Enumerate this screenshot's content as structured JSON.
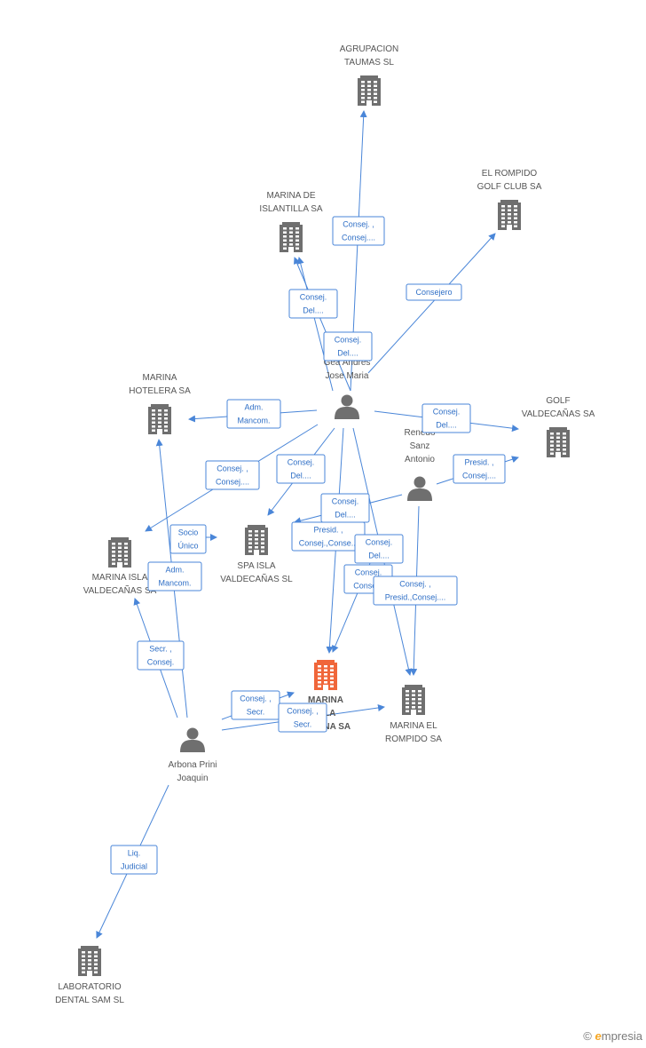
{
  "colors": {
    "company": "#6f6f6f",
    "focus": "#f0663a",
    "person": "#6f6f6f",
    "edge": "#4a86d8",
    "edge_text": "#2f6fc6"
  },
  "nodes": [
    {
      "id": "agrupacion",
      "type": "company",
      "label": [
        "AGRUPACION",
        "TAUMAS SL"
      ]
    },
    {
      "id": "rompido_golf",
      "type": "company",
      "label": [
        "EL ROMPIDO",
        "GOLF CLUB SA"
      ]
    },
    {
      "id": "islantilla",
      "type": "company",
      "label": [
        "MARINA DE",
        "ISLANTILLA SA"
      ]
    },
    {
      "id": "hotelera",
      "type": "company",
      "label": [
        "MARINA",
        "HOTELERA SA"
      ]
    },
    {
      "id": "golf_valde",
      "type": "company",
      "label": [
        "GOLF",
        "VALDECAÑAS SA"
      ]
    },
    {
      "id": "spa",
      "type": "company",
      "label": [
        "SPA ISLA",
        "VALDECAÑAS SL"
      ]
    },
    {
      "id": "isla_valde",
      "type": "company",
      "label": [
        "MARINA ISLA",
        "VALDECAÑAS SA"
      ]
    },
    {
      "id": "marina_focus",
      "type": "focus",
      "label": [
        "MARINA",
        "ISLA",
        "MARINA SA"
      ]
    },
    {
      "id": "rompido",
      "type": "company",
      "label": [
        "MARINA EL",
        "ROMPIDO SA"
      ]
    },
    {
      "id": "laboratorio",
      "type": "company",
      "label": [
        "LABORATORIO",
        "DENTAL SAM SL"
      ]
    },
    {
      "id": "gea",
      "type": "person",
      "label": [
        "Gea Andres",
        "Jose Maria"
      ]
    },
    {
      "id": "renedo",
      "type": "person",
      "label": [
        "Renedo",
        "Sanz",
        "Antonio"
      ]
    },
    {
      "id": "arbona",
      "type": "person",
      "label": [
        "Arbona Prini",
        "Joaquin"
      ]
    }
  ],
  "edges": [
    {
      "label": [
        "Consej. ,",
        "Consej...."
      ]
    },
    {
      "label": [
        "Consejero"
      ]
    },
    {
      "label": [
        "Consej.",
        "Del...."
      ]
    },
    {
      "label": [
        "Consej.",
        "Del...."
      ]
    },
    {
      "label": [
        "Adm.",
        "Mancom."
      ]
    },
    {
      "label": [
        "Consej.",
        "Del...."
      ]
    },
    {
      "label": [
        "Consej. ,",
        "Consej...."
      ]
    },
    {
      "label": [
        "Consej.",
        "Del...."
      ]
    },
    {
      "label": [
        "Consej.",
        "Del...."
      ]
    },
    {
      "label": [
        "Presid. ,",
        "Consej.,Conse..."
      ]
    },
    {
      "label": [
        "Consej.",
        "Del...."
      ]
    },
    {
      "label": [
        "Consej.",
        "Conse..."
      ]
    },
    {
      "label": [
        "Consej. ,",
        "Presid.,Consej...."
      ]
    },
    {
      "label": [
        "Presid. ,",
        "Consej...."
      ]
    },
    {
      "label": [
        "Socio",
        "Único"
      ]
    },
    {
      "label": [
        "Adm.",
        "Mancom."
      ]
    },
    {
      "label": [
        "Secr. ,",
        "Consej."
      ]
    },
    {
      "label": [
        "Consej. ,",
        "Secr."
      ]
    },
    {
      "label": [
        "Consej. ,",
        "Secr."
      ]
    },
    {
      "label": [
        "Liq.",
        "Judicial"
      ]
    }
  ],
  "brand": {
    "symbol": "©",
    "e": "e",
    "rest": "mpresia"
  }
}
